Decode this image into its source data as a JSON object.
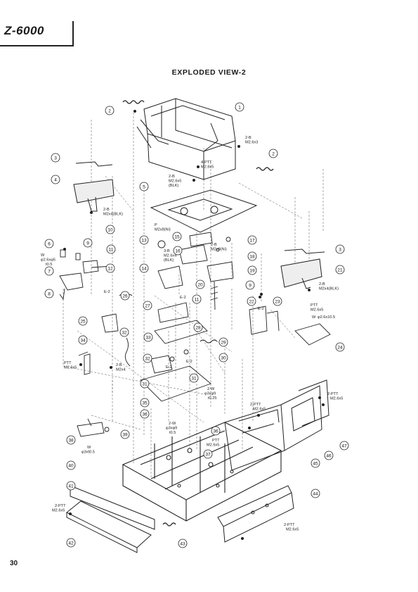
{
  "header": {
    "model": "Z-6000",
    "title": "EXPLODED VIEW-2"
  },
  "footer": {
    "page_number": "30"
  },
  "callouts": [
    {
      "id": "1",
      "n": "1"
    },
    {
      "id": "2a",
      "n": "2"
    },
    {
      "id": "2b",
      "n": "2"
    },
    {
      "id": "3a",
      "n": "3"
    },
    {
      "id": "3b",
      "n": "3"
    },
    {
      "id": "4",
      "n": "4"
    },
    {
      "id": "5",
      "n": "5"
    },
    {
      "id": "6",
      "n": "6"
    },
    {
      "id": "7",
      "n": "7"
    },
    {
      "id": "8",
      "n": "8"
    },
    {
      "id": "9a",
      "n": "9"
    },
    {
      "id": "9b",
      "n": "9"
    },
    {
      "id": "10",
      "n": "10"
    },
    {
      "id": "11a",
      "n": "11"
    },
    {
      "id": "11b",
      "n": "11"
    },
    {
      "id": "12",
      "n": "12"
    },
    {
      "id": "13",
      "n": "13"
    },
    {
      "id": "14",
      "n": "14"
    },
    {
      "id": "15",
      "n": "15"
    },
    {
      "id": "16",
      "n": "16"
    },
    {
      "id": "17",
      "n": "17"
    },
    {
      "id": "18",
      "n": "18"
    },
    {
      "id": "19",
      "n": "19"
    },
    {
      "id": "20",
      "n": "20"
    },
    {
      "id": "21",
      "n": "21"
    },
    {
      "id": "22",
      "n": "22"
    },
    {
      "id": "23",
      "n": "23"
    },
    {
      "id": "24",
      "n": "24"
    },
    {
      "id": "25",
      "n": "25"
    },
    {
      "id": "26",
      "n": "26"
    },
    {
      "id": "27",
      "n": "27"
    },
    {
      "id": "28",
      "n": "28"
    },
    {
      "id": "29",
      "n": "29"
    },
    {
      "id": "30",
      "n": "30"
    },
    {
      "id": "31a",
      "n": "31"
    },
    {
      "id": "31b",
      "n": "31"
    },
    {
      "id": "32a",
      "n": "32"
    },
    {
      "id": "32b",
      "n": "32"
    },
    {
      "id": "33",
      "n": "33"
    },
    {
      "id": "34",
      "n": "34"
    },
    {
      "id": "35",
      "n": "35"
    },
    {
      "id": "36a",
      "n": "36"
    },
    {
      "id": "36b",
      "n": "36"
    },
    {
      "id": "37",
      "n": "37"
    },
    {
      "id": "38",
      "n": "38"
    },
    {
      "id": "39",
      "n": "39"
    },
    {
      "id": "40",
      "n": "40"
    },
    {
      "id": "41",
      "n": "41"
    },
    {
      "id": "42",
      "n": "42"
    },
    {
      "id": "43",
      "n": "43"
    },
    {
      "id": "44",
      "n": "44"
    },
    {
      "id": "45",
      "n": "45"
    },
    {
      "id": "46",
      "n": "46"
    },
    {
      "id": "47",
      "n": "47"
    }
  ],
  "labels": [
    {
      "id": "l1",
      "lines": [
        "2-B",
        "M2.6x3"
      ]
    },
    {
      "id": "l2",
      "lines": [
        "4-PTT",
        "M2.6x5"
      ]
    },
    {
      "id": "l3",
      "lines": [
        "2-B",
        "M2.6x5",
        "(BLK)"
      ]
    },
    {
      "id": "l4",
      "lines": [
        "2-B",
        "M2x4(BLK)"
      ]
    },
    {
      "id": "l5",
      "lines": [
        "P",
        "M2x8(Ni)"
      ]
    },
    {
      "id": "l6",
      "lines": [
        "3-B",
        "M2.6x4",
        "(BLK)"
      ]
    },
    {
      "id": "l7",
      "lines": [
        "2-B",
        "M2x8(Ni)"
      ]
    },
    {
      "id": "l8",
      "lines": [
        "W",
        "φ2.6xφ5",
        "t0.5"
      ]
    },
    {
      "id": "l9",
      "lines": [
        "E-2"
      ]
    },
    {
      "id": "l10",
      "lines": [
        "E-2"
      ]
    },
    {
      "id": "l11",
      "lines": [
        "E-2"
      ]
    },
    {
      "id": "l12",
      "lines": [
        "2-B",
        "M2x4(BLK)"
      ]
    },
    {
      "id": "l13",
      "lines": [
        "PTT",
        "M2.6x5"
      ]
    },
    {
      "id": "l14",
      "lines": [
        "W",
        "φ2.6x10.5"
      ]
    },
    {
      "id": "l15",
      "lines": [
        "PTT",
        "M2.6x5"
      ]
    },
    {
      "id": "l16",
      "lines": [
        "2-B",
        "M2x4"
      ]
    },
    {
      "id": "l17",
      "lines": [
        "E-2"
      ]
    },
    {
      "id": "l18",
      "lines": [
        "E-2"
      ]
    },
    {
      "id": "l19",
      "lines": [
        "2-W",
        "φ3xφ9",
        "t0.25"
      ]
    },
    {
      "id": "l20",
      "lines": [
        "2-W",
        "φ3xφ9",
        "t0.5"
      ]
    },
    {
      "id": "l21",
      "lines": [
        "W",
        "φ3xt0.5"
      ]
    },
    {
      "id": "l22",
      "lines": [
        "2-PTT",
        "M2.6x5"
      ]
    },
    {
      "id": "l23",
      "lines": [
        "2-PTT",
        "M2.6x5"
      ]
    },
    {
      "id": "l24",
      "lines": [
        "PTT",
        "M2.6x5"
      ]
    },
    {
      "id": "l25",
      "lines": [
        "2-PTT",
        "M2.6x5"
      ]
    },
    {
      "id": "l26",
      "lines": [
        "2-PTT",
        "M2.6x5"
      ]
    }
  ]
}
